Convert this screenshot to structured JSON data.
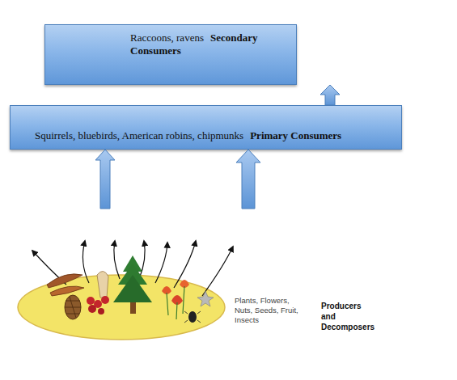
{
  "diagram": {
    "nodes": [
      {
        "text": [
          "Raccoons, ravens",
          "Secondary Consumers"
        ]
      },
      {
        "text": [
          "Squirrels, bluebirds, American robins, chipmunks",
          "Primary Consumers"
        ]
      },
      {
        "text": [
          "Plants, Flowers, Nuts, Seeds, Fruit, Insects",
          "Producers and Decomposers"
        ]
      }
    ],
    "edges": [
      {
        "from": 1,
        "to": 0,
        "arrow": "to"
      },
      {
        "from": 2,
        "to": 1,
        "arrow": "to"
      },
      {
        "from": 2,
        "to": 1,
        "arrow": "to"
      }
    ]
  }
}
